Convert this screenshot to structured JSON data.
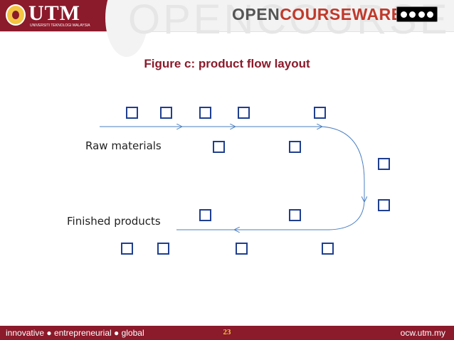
{
  "header": {
    "brand": "UTM",
    "brand_subtitle": "UNIVERSITI TEKNOLOGI MALAYSIA",
    "watermark": "OPENCOURSE",
    "ocw_open": "OPEN",
    "ocw_courseware": "COURSEWARE",
    "license_icons": [
      "cc-icon",
      "by-icon",
      "nc-icon",
      "sa-icon"
    ]
  },
  "slide": {
    "title": "Figure c: product flow layout",
    "label_raw": "Raw materials",
    "label_finished": "Finished products"
  },
  "footer": {
    "tagline": "innovative ● entrepreneurial ● global",
    "page_number": "23",
    "site": "ocw.utm.my"
  },
  "colors": {
    "maroon": "#8b1a2b",
    "box_stroke": "#1f3f8f",
    "arrow": "#4a7fc1",
    "accent_red": "#c0392b"
  }
}
